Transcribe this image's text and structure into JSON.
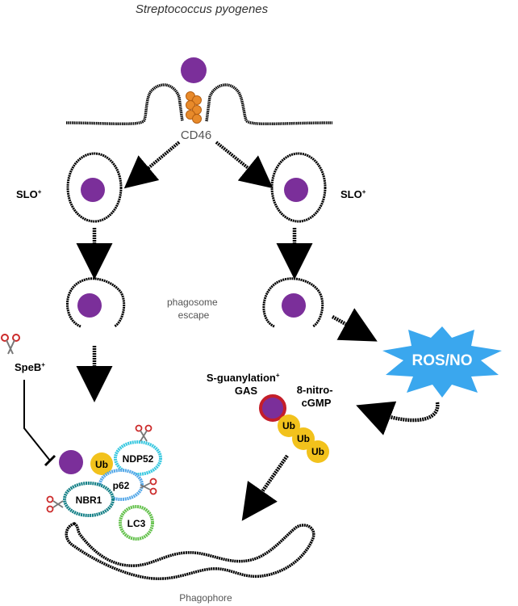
{
  "title": "Streptococcus pyogenes",
  "labels": {
    "cd46": "CD46",
    "slo_left": "SLO",
    "slo_right": "SLO",
    "plus": "+",
    "phagosome_escape_line1": "phagosome",
    "phagosome_escape_line2": "escape",
    "speb": "SpeB",
    "ros_no": "ROS/NO",
    "s_guanylation_line1": "S-guanylation",
    "s_guanylation_line2": "GAS",
    "nitro_cgmp_line1": "8-nitro-",
    "nitro_cgmp_line2": "cGMP",
    "phagophore": "Phagophore"
  },
  "complex_left": {
    "ub": "Ub",
    "ndp52": "NDP52",
    "p62": "p62",
    "nbr1": "NBR1",
    "lc3": "LC3"
  },
  "ub_chain": [
    "Ub",
    "Ub",
    "Ub"
  ],
  "colors": {
    "bacterium": "#7b2f9a",
    "cd46": "#e88a2a",
    "ub": "#f2c21c",
    "ndp52": "#38c8e0",
    "p62": "#56a8e8",
    "nbr1": "#137f86",
    "lc3": "#62c04a",
    "ros_no": "#3aa7ee",
    "scissor_handle": "#cc2b2b",
    "guanylation_ring": "#c41e2a"
  }
}
